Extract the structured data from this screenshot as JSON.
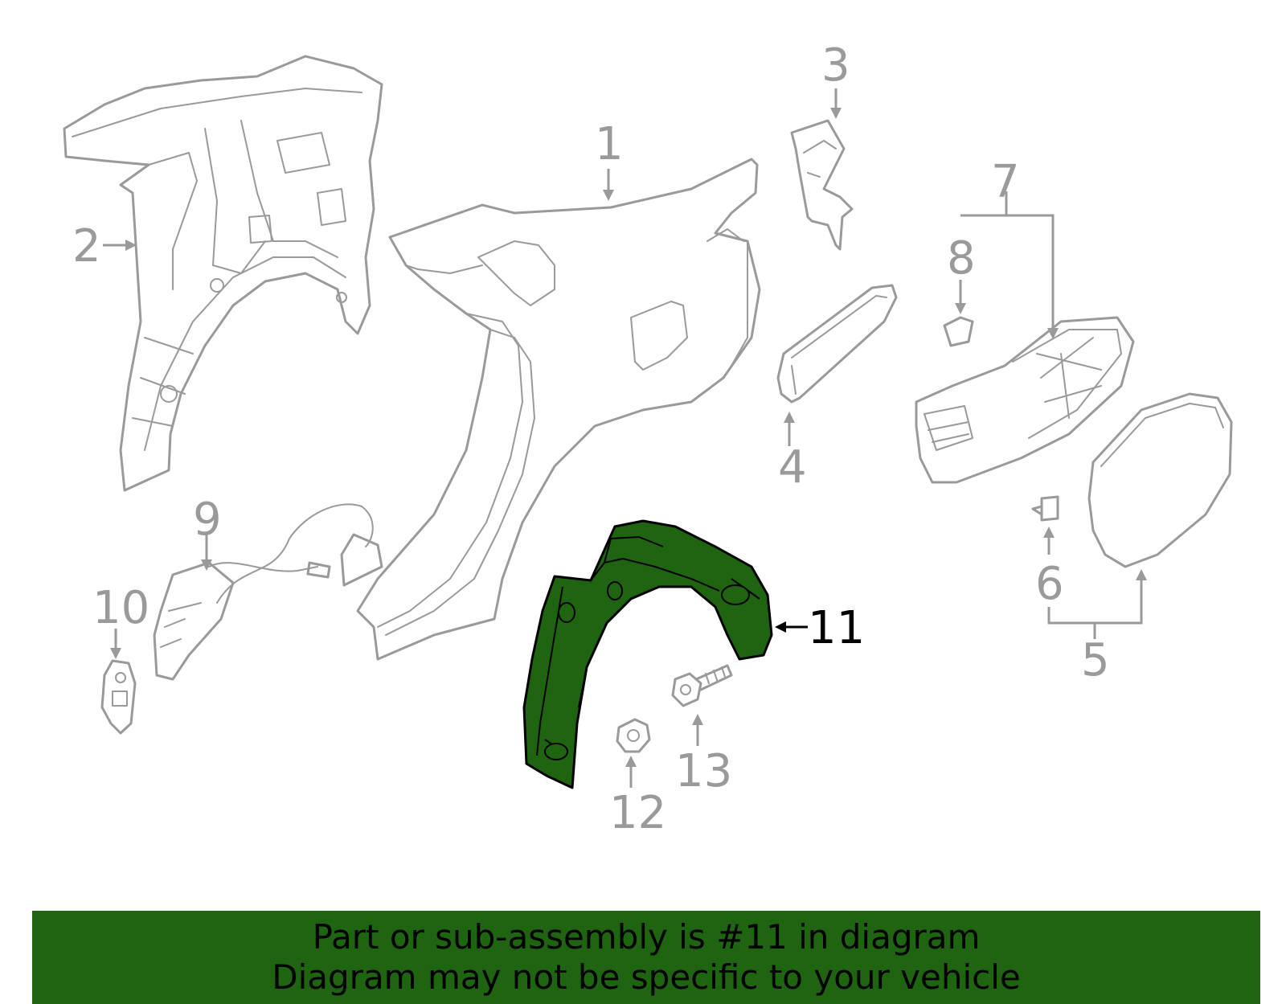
{
  "diagram": {
    "callouts": {
      "c1": "1",
      "c2": "2",
      "c3": "3",
      "c4": "4",
      "c5": "5",
      "c6": "6",
      "c7": "7",
      "c8": "8",
      "c9": "9",
      "c10": "10",
      "c11": "11",
      "c12": "12",
      "c13": "13"
    },
    "highlighted_part": "11",
    "highlight_color": "#1f6410",
    "line_color": "#9a9a9a"
  },
  "footer": {
    "line1": "Part or sub-assembly is #11 in diagram",
    "line2": "Diagram may not be specific to your vehicle",
    "background": "#1f6410"
  }
}
